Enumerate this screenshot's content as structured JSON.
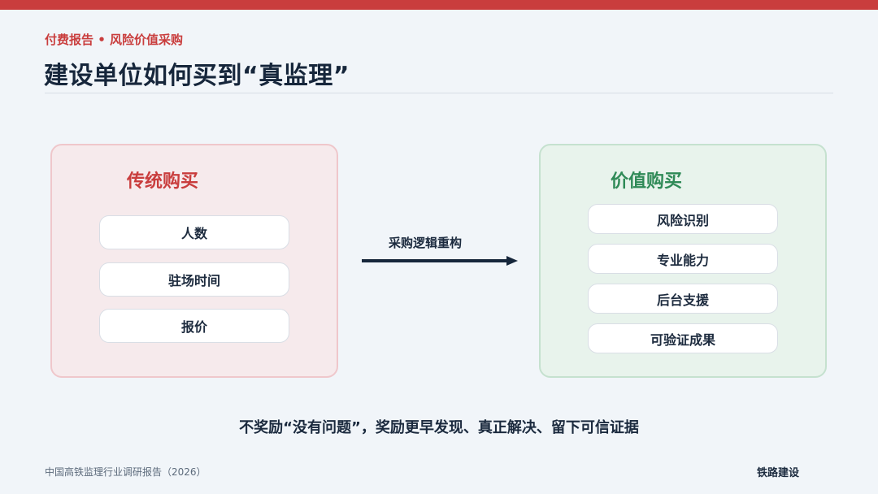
{
  "colors": {
    "accent_red": "#c93d3d",
    "accent_green": "#2f8a57",
    "navy": "#16263b",
    "panel_left_bg": "#f6eaec",
    "panel_right_bg": "#e8f3ec",
    "arrow": "#16263b"
  },
  "header": {
    "eyebrow": "付费报告 • 风险价值采购",
    "title": "建设单位如何买到“真监理”"
  },
  "left_panel": {
    "title": "传统购买",
    "items": [
      "人数",
      "驻场时间",
      "报价"
    ]
  },
  "transition": {
    "label": "采购逻辑重构",
    "icon": "arrow-right-icon"
  },
  "right_panel": {
    "title": "价值购买",
    "items": [
      "风险识别",
      "专业能力",
      "后台支援",
      "可验证成果"
    ]
  },
  "conclusion": "不奖励“没有问题”，奖励更早发现、真正解决、留下可信证据",
  "footer": {
    "source": "中国高铁监理行业调研报告（2026）",
    "brand": "铁路建设"
  }
}
